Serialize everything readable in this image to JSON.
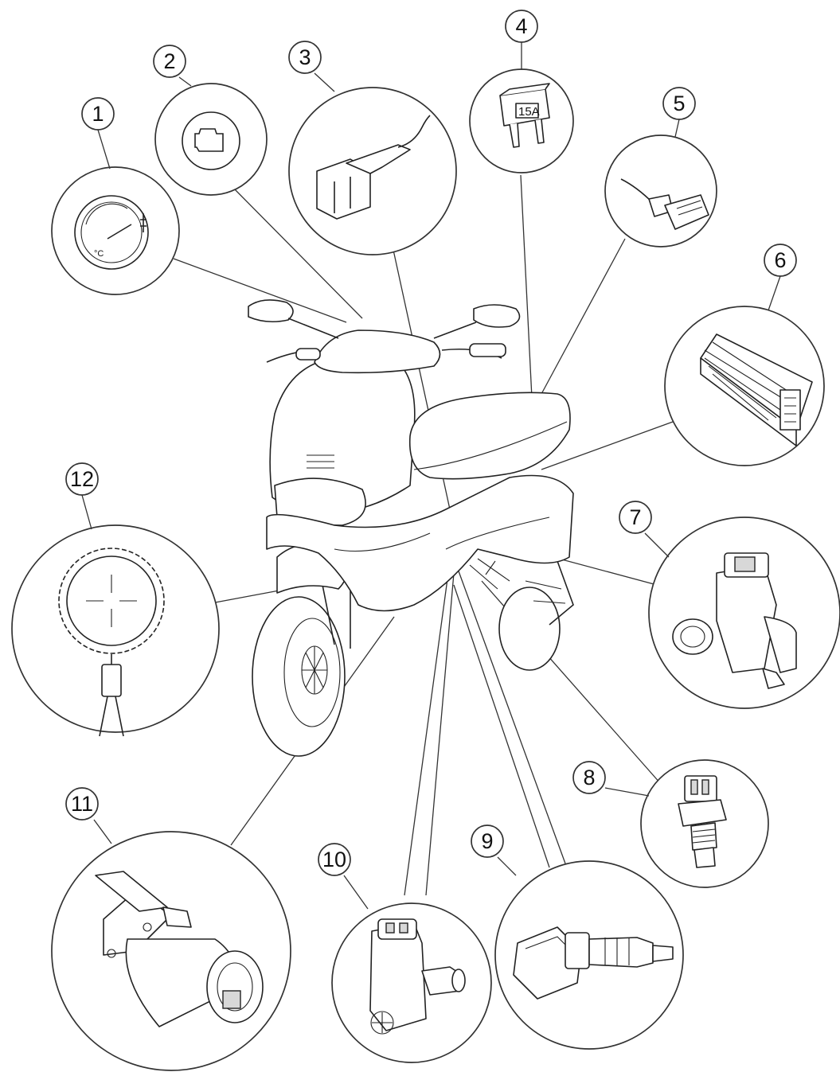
{
  "callouts": {
    "c1": "1",
    "c2": "2",
    "c3": "3",
    "c4": "4",
    "c5": "5",
    "c6": "6",
    "c7": "7",
    "c8": "8",
    "c9": "9",
    "c10": "10",
    "c11": "11",
    "c12": "12"
  },
  "labels": {
    "fuse_rating": "15A",
    "gauge_unit": "°C"
  },
  "icons": {
    "gauge": "coolant-temperature-gauge-icon",
    "engine_warning": "engine-warning-light-icon",
    "sensor": "bracket-sensor-icon",
    "fuse": "fuse-icon",
    "connector": "diagnostic-connector-icon",
    "ecu": "ecu-module-icon",
    "valve": "idle-air-valve-icon",
    "temp_sensor": "temperature-sensor-icon",
    "injector": "fuel-injector-icon",
    "pressure_regulator": "pressure-regulator-icon",
    "fuel_pump": "fuel-pump-icon",
    "pickup": "crankshaft-sensor-icon"
  }
}
